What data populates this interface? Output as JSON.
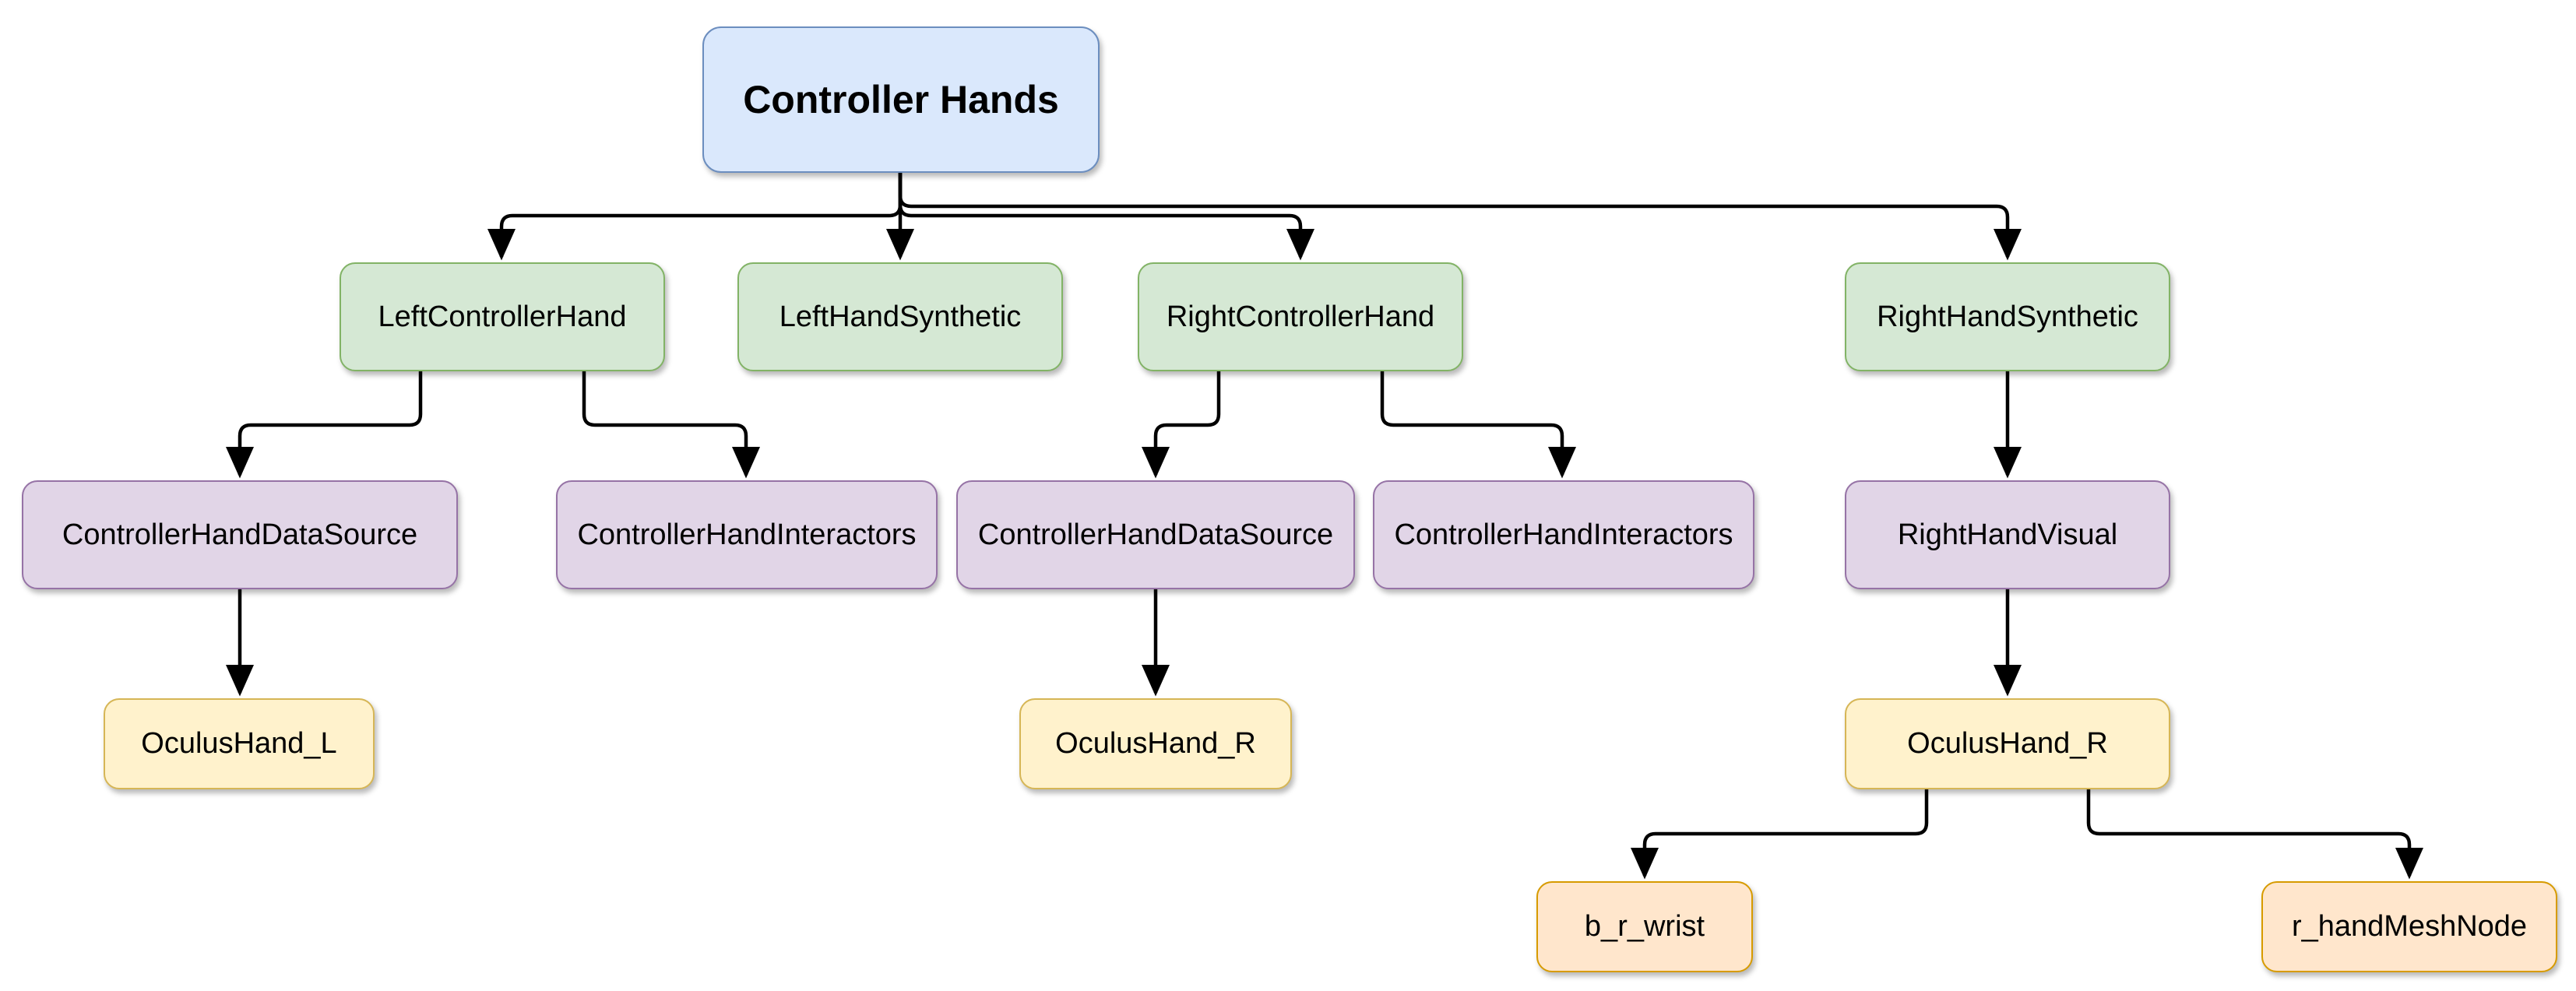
{
  "diagram": {
    "type": "tree",
    "root": {
      "id": "controller-hands",
      "label": "Controller Hands",
      "style": "blue"
    },
    "nodes": [
      {
        "id": "left-controller-hand",
        "label": "LeftControllerHand",
        "style": "green",
        "parent": "controller-hands"
      },
      {
        "id": "left-hand-synthetic",
        "label": "LeftHandSynthetic",
        "style": "green",
        "parent": "controller-hands"
      },
      {
        "id": "right-controller-hand",
        "label": "RightControllerHand",
        "style": "green",
        "parent": "controller-hands"
      },
      {
        "id": "right-hand-synthetic",
        "label": "RightHandSynthetic",
        "style": "green",
        "parent": "controller-hands"
      },
      {
        "id": "left-data-source",
        "label": "ControllerHandDataSource",
        "style": "purple",
        "parent": "left-controller-hand"
      },
      {
        "id": "left-interactors",
        "label": "ControllerHandInteractors",
        "style": "purple",
        "parent": "left-controller-hand"
      },
      {
        "id": "right-data-source",
        "label": "ControllerHandDataSource",
        "style": "purple",
        "parent": "right-controller-hand"
      },
      {
        "id": "right-interactors",
        "label": "ControllerHandInteractors",
        "style": "purple",
        "parent": "right-controller-hand"
      },
      {
        "id": "right-hand-visual",
        "label": "RightHandVisual",
        "style": "purple",
        "parent": "right-hand-synthetic"
      },
      {
        "id": "oculus-hand-l",
        "label": "OculusHand_L",
        "style": "yellow",
        "parent": "left-data-source"
      },
      {
        "id": "oculus-hand-r-1",
        "label": "OculusHand_R",
        "style": "yellow",
        "parent": "right-data-source"
      },
      {
        "id": "oculus-hand-r-2",
        "label": "OculusHand_R",
        "style": "yellow",
        "parent": "right-hand-visual"
      },
      {
        "id": "b-r-wrist",
        "label": "b_r_wrist",
        "style": "orange",
        "parent": "oculus-hand-r-2"
      },
      {
        "id": "r-hand-mesh-node",
        "label": "r_handMeshNode",
        "style": "orange",
        "parent": "oculus-hand-r-2"
      }
    ]
  },
  "colors": {
    "blue_fill": "#dae8fc",
    "blue_stroke": "#6c8ebf",
    "green_fill": "#d5e8d4",
    "green_stroke": "#82b366",
    "purple_fill": "#e1d5e7",
    "purple_stroke": "#9673a6",
    "yellow_fill": "#fff2cc",
    "yellow_stroke": "#d6b656",
    "orange_fill": "#ffe6cc",
    "orange_stroke": "#d79b00",
    "edge": "#000000"
  }
}
